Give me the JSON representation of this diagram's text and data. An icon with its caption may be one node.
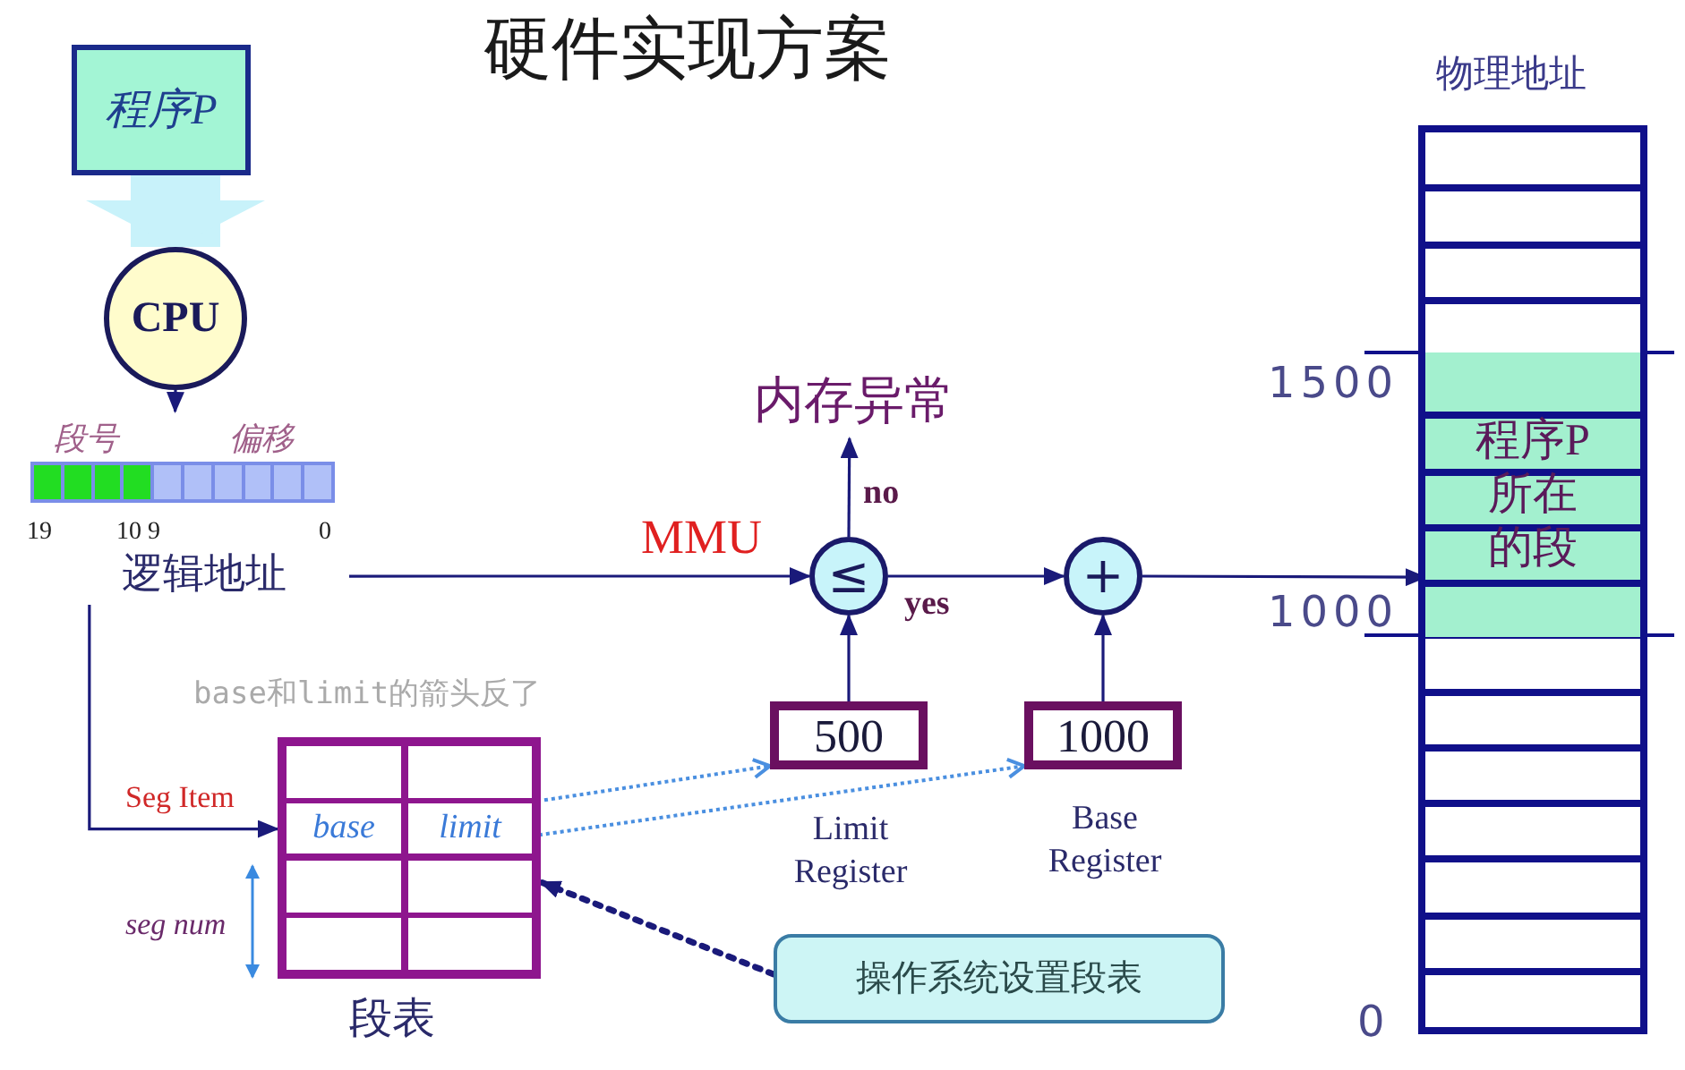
{
  "diagram": {
    "title": "硬件实现方案",
    "nodes": [
      {
        "text": [
          "程序P"
        ]
      },
      {
        "text": [
          "CPU"
        ]
      },
      {
        "text": [
          "段号",
          "偏移",
          "19",
          "10 9",
          "0",
          "逻辑地址"
        ]
      },
      {
        "text": [
          "≤"
        ]
      },
      {
        "text": [
          "内存异常"
        ]
      },
      {
        "text": [
          "+"
        ]
      },
      {
        "text": [
          "500"
        ],
        "beside": [
          "Limit Register"
        ]
      },
      {
        "text": [
          "1000"
        ],
        "beside": [
          "Base Register"
        ]
      },
      {
        "text": [
          "段表"
        ],
        "beside": [
          "Seg Item",
          "seg num"
        ]
      },
      {
        "text": [
          "base"
        ],
        "in": 8
      },
      {
        "text": [
          "limit"
        ],
        "in": 8
      },
      {
        "text": [
          "操作系统设置段表"
        ]
      },
      {
        "text": [
          "物理地址"
        ],
        "beside": [
          "0"
        ]
      },
      {
        "text": [
          "程序P所在的段"
        ],
        "in": 12,
        "beside": [
          "1500",
          "1000"
        ]
      },
      {
        "text": [],
        "shape": "box",
        "in": 8
      },
      {
        "text": [],
        "shape": "box",
        "in": 8
      },
      {
        "text": [],
        "shape": "box",
        "in": 8
      },
      {
        "text": [],
        "shape": "box",
        "in": 8
      },
      {
        "text": [],
        "shape": "box",
        "in": 8
      },
      {
        "text": [],
        "shape": "box",
        "in": 8
      }
    ],
    "edges": [
      {
        "from": 0,
        "to": 1,
        "arrow": "to",
        "style": "thick",
        "color": "#c8f2fa"
      },
      {
        "from": 1,
        "to": 2,
        "arrow": "to"
      },
      {
        "from": 2,
        "to": 3,
        "arrow": "to"
      },
      {
        "from": 2,
        "to": 8,
        "arrow": "to"
      },
      {
        "from": 3,
        "to": 4,
        "arrow": "to",
        "label": "no"
      },
      {
        "from": 3,
        "to": 5,
        "arrow": "to",
        "label": "yes"
      },
      {
        "from": 5,
        "to": 13,
        "arrow": "to"
      },
      {
        "from": 6,
        "to": 3,
        "arrow": "to"
      },
      {
        "from": 7,
        "to": 5,
        "arrow": "to"
      },
      {
        "from": 9,
        "to": 6,
        "arrow": "to",
        "style": "dashed",
        "color": "#4a8fe0"
      },
      {
        "from": 10,
        "to": 7,
        "arrow": "to",
        "style": "dashed",
        "color": "#4a8fe0"
      },
      {
        "from": 11,
        "to": 8,
        "arrow": "to",
        "style": "dashed"
      }
    ],
    "labels": [
      "base和limit的箭头反了",
      "MMU"
    ]
  }
}
